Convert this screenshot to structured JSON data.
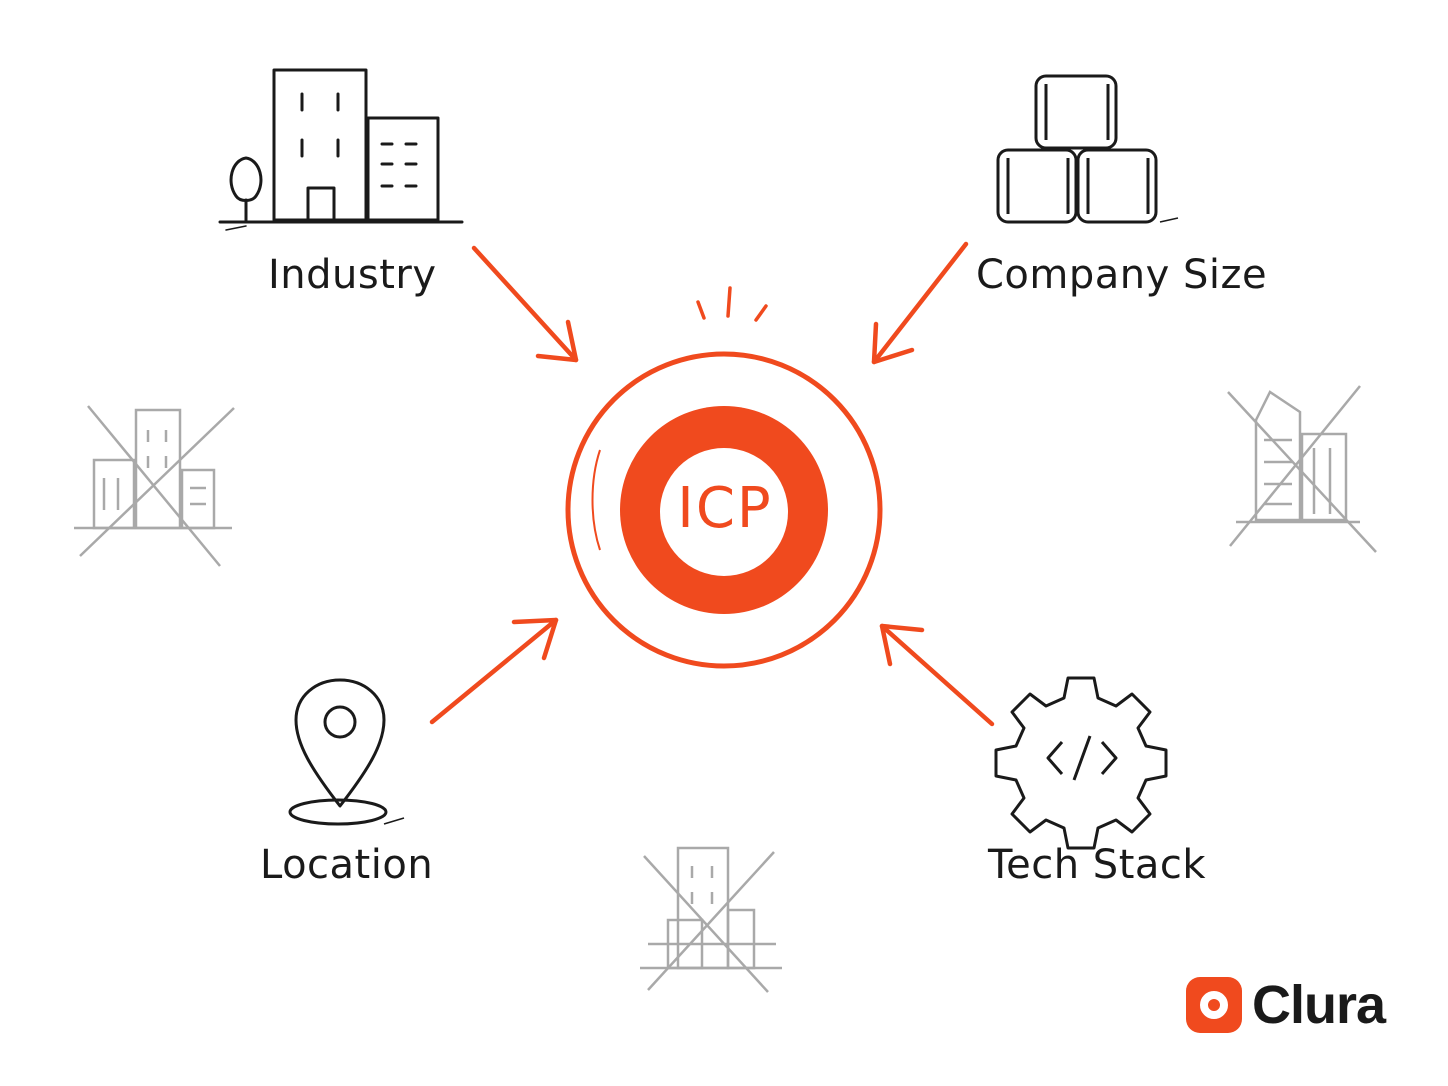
{
  "center": {
    "label": "ICP"
  },
  "criteria": [
    {
      "label": "Industry",
      "icon": "office-building-icon"
    },
    {
      "label": "Company Size",
      "icon": "stacked-cubes-icon"
    },
    {
      "label": "Location",
      "icon": "map-pin-icon"
    },
    {
      "label": "Tech Stack",
      "icon": "code-gear-icon"
    }
  ],
  "excluded_icons": [
    "crossed-out-building-icon",
    "crossed-out-building-icon",
    "crossed-out-building-icon"
  ],
  "brand": {
    "name": "Clura",
    "logo": "clura-logo-icon"
  },
  "colors": {
    "accent": "#f04a1e",
    "ink": "#1a1a1a",
    "faded": "#a9a9a9"
  }
}
